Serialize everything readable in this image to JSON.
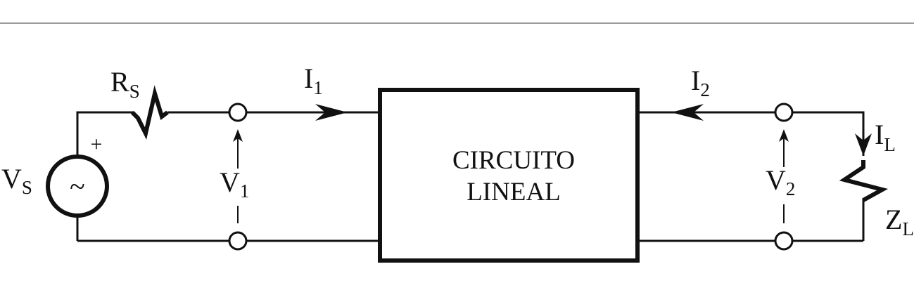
{
  "source": {
    "name": "V",
    "sub": "S",
    "polarity": "+",
    "symbol": "~"
  },
  "source_resistor": {
    "name": "R",
    "sub": "S"
  },
  "port1": {
    "voltage_name": "V",
    "voltage_sub": "1",
    "current_name": "I",
    "current_sub": "1"
  },
  "port2": {
    "voltage_name": "V",
    "voltage_sub": "2",
    "current_name": "I",
    "current_sub": "2"
  },
  "box": {
    "line1": "CIRCUITO",
    "line2": "LINEAL"
  },
  "load": {
    "name": "Z",
    "sub": "L",
    "current_name": "I",
    "current_sub": "L"
  }
}
